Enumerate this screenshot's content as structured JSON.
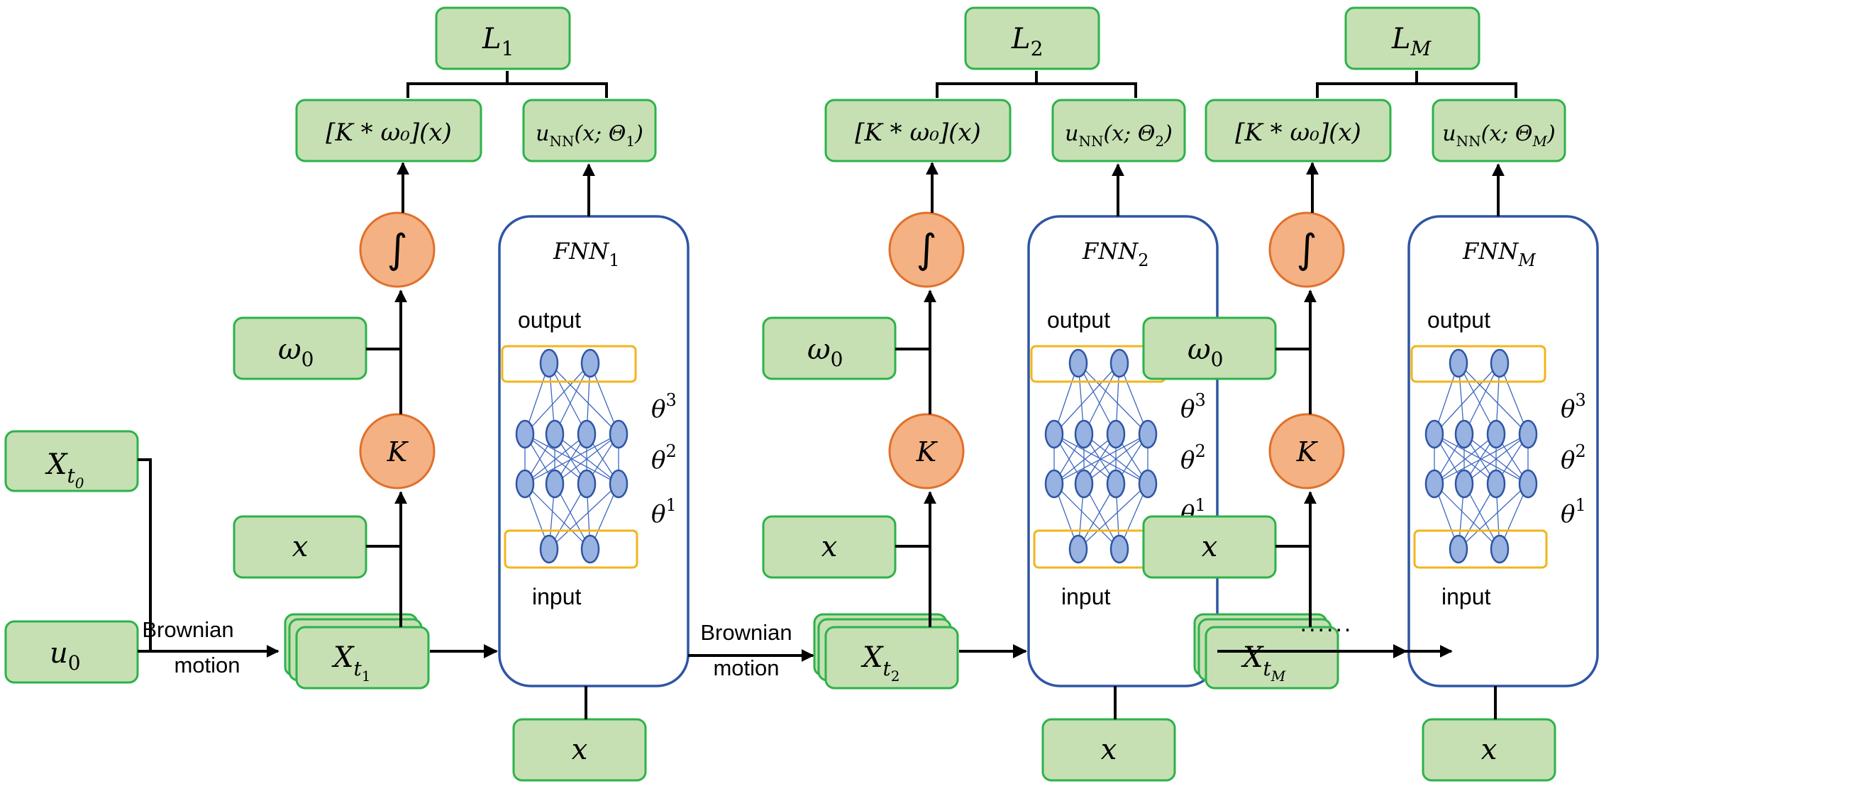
{
  "inputs": {
    "x_t0": {
      "base": "X",
      "sub": "t",
      "subsub": "0"
    },
    "u0": {
      "base": "u",
      "sub": "0"
    }
  },
  "stages": [
    {
      "loss": {
        "base": "L",
        "sub": "1"
      },
      "conv_label": "[K * ω₀](x)",
      "nn_label": {
        "prefix": "u",
        "sub": "NN",
        "arg": "(x; Θ",
        "arg_sub": "1",
        "close": ")"
      },
      "integral_symbol": "∫",
      "omega": {
        "base": "ω",
        "sub": "0"
      },
      "kernel_symbol": "K",
      "x_label": "x",
      "sample": {
        "base": "X",
        "sub": "t",
        "subsub": "1"
      },
      "fnn": {
        "base": "FNN",
        "sub": "1",
        "output_label": "output",
        "input_label": "input",
        "thetas": [
          {
            "base": "θ",
            "sup": "3"
          },
          {
            "base": "θ",
            "sup": "2"
          },
          {
            "base": "θ",
            "sup": "1"
          }
        ]
      },
      "bottom_x": "x"
    },
    {
      "loss": {
        "base": "L",
        "sub": "2"
      },
      "conv_label": "[K * ω₀](x)",
      "nn_label": {
        "prefix": "u",
        "sub": "NN",
        "arg": "(x; Θ",
        "arg_sub": "2",
        "close": ")"
      },
      "integral_symbol": "∫",
      "omega": {
        "base": "ω",
        "sub": "0"
      },
      "kernel_symbol": "K",
      "x_label": "x",
      "sample": {
        "base": "X",
        "sub": "t",
        "subsub": "2"
      },
      "fnn": {
        "base": "FNN",
        "sub": "2",
        "output_label": "output",
        "input_label": "input",
        "thetas": [
          {
            "base": "θ",
            "sup": "3"
          },
          {
            "base": "θ",
            "sup": "2"
          },
          {
            "base": "θ",
            "sup": "1"
          }
        ]
      },
      "bottom_x": "x"
    },
    {
      "loss": {
        "base": "L",
        "sub": "M"
      },
      "conv_label": "[K * ω₀](x)",
      "nn_label": {
        "prefix": "u",
        "sub": "NN",
        "arg": "(x; Θ",
        "arg_sub": "M",
        "close": ")"
      },
      "integral_symbol": "∫",
      "omega": {
        "base": "ω",
        "sub": "0"
      },
      "kernel_symbol": "K",
      "x_label": "x",
      "sample": {
        "base": "X",
        "sub": "t",
        "subsub": "M"
      },
      "fnn": {
        "base": "FNN",
        "sub": "M",
        "output_label": "output",
        "input_label": "input",
        "thetas": [
          {
            "base": "θ",
            "sup": "3"
          },
          {
            "base": "θ",
            "sup": "2"
          },
          {
            "base": "θ",
            "sup": "1"
          }
        ]
      },
      "bottom_x": "x"
    }
  ],
  "transitions": [
    {
      "line1": "Brownian",
      "line2": "motion"
    },
    {
      "line1": "Brownian",
      "line2": "motion"
    }
  ],
  "ellipsis": "......",
  "colors": {
    "box_fill": "#c6e0b4",
    "box_stroke": "#2db24a",
    "op_fill": "#f4b183",
    "op_stroke": "#e0702a",
    "fnn_stroke": "#2f55a4",
    "layer_stroke": "#f2b51c",
    "neuron_fill": "#98b3e2",
    "arrow": "#000000"
  }
}
